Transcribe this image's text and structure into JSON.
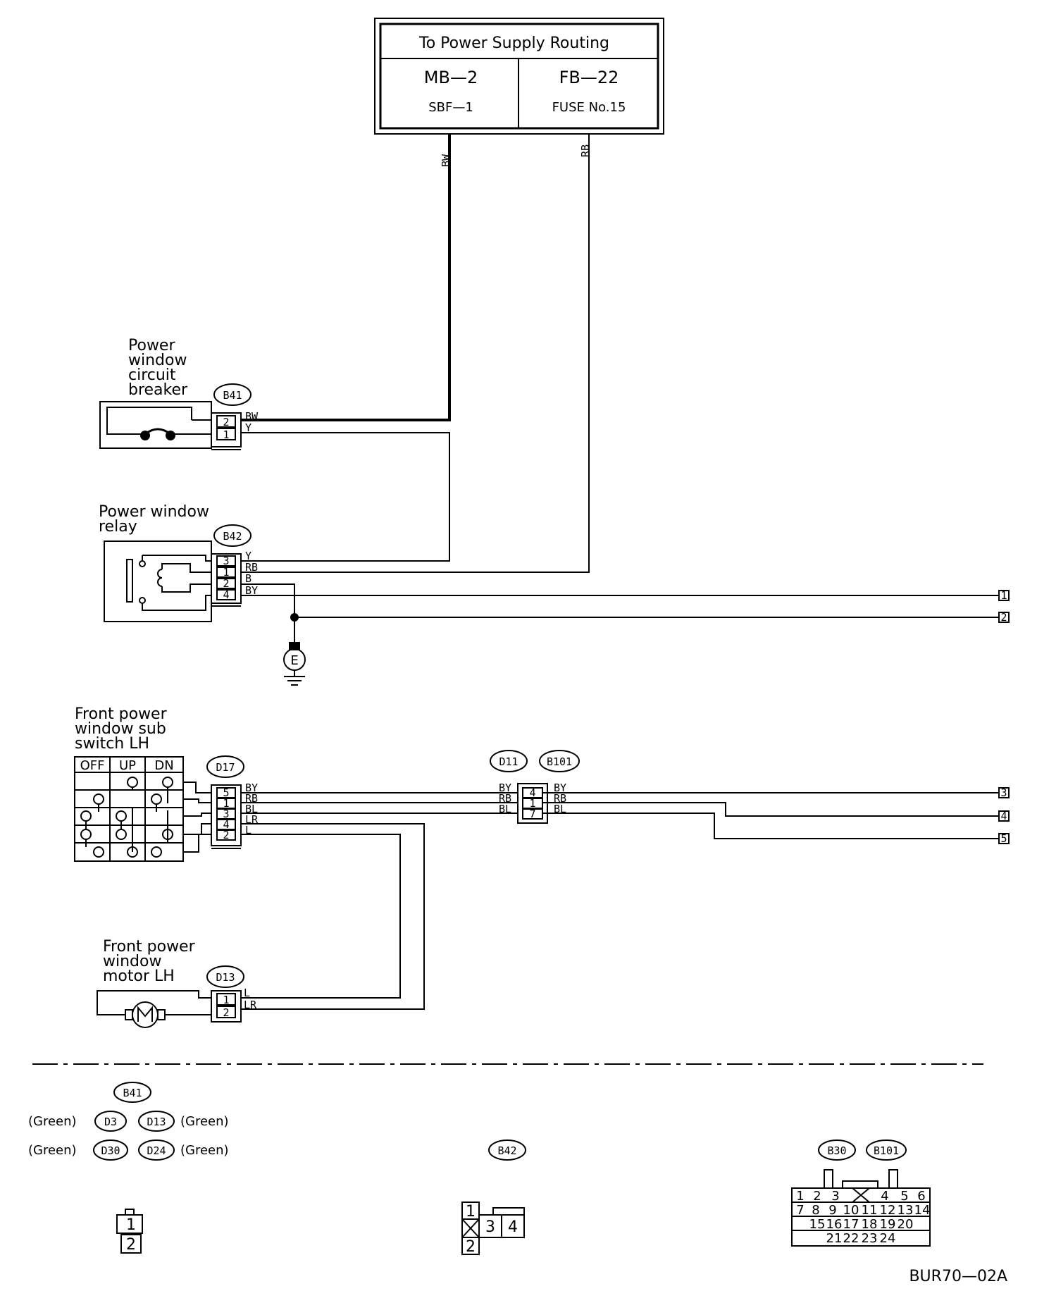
{
  "power_box": {
    "title": "To Power Supply Routing",
    "left_name": "MB—2",
    "left_sub": "SBF—1",
    "right_name": "FB—22",
    "right_sub": "FUSE No.15"
  },
  "wires": {
    "bw": "BW",
    "rb": "RB",
    "y": "Y",
    "b": "B",
    "by": "BY",
    "bl": "BL",
    "lr": "LR",
    "l": "L"
  },
  "circuit_breaker": {
    "label_lines": [
      "Power",
      "window",
      "circuit",
      "breaker"
    ],
    "conn": "B41",
    "pins": [
      "2",
      "1"
    ]
  },
  "relay": {
    "label_lines": [
      "Power window",
      "relay"
    ],
    "conn": "B42",
    "pins": [
      "3",
      "1",
      "2",
      "4"
    ]
  },
  "ground": "E",
  "sub_switch": {
    "label_lines": [
      "Front power",
      "window sub",
      "switch LH"
    ],
    "conn": "D17",
    "headers": [
      "OFF",
      "UP",
      "DN"
    ],
    "pins": [
      "5",
      "1",
      "3",
      "4",
      "2"
    ]
  },
  "junction": {
    "conn_left": "D11",
    "conn_right": "B101",
    "pins": [
      "4",
      "1",
      "7"
    ]
  },
  "motor": {
    "label_lines": [
      "Front power",
      "window",
      "motor LH"
    ],
    "conn": "D13",
    "pins": [
      "1",
      "2"
    ]
  },
  "terminals": [
    "1",
    "2",
    "3",
    "4",
    "5"
  ],
  "legend": {
    "b41": "B41",
    "row1": [
      "(Green)",
      "D3",
      "D13",
      "(Green)"
    ],
    "row2": [
      "(Green)",
      "D30",
      "D24",
      "(Green)"
    ],
    "b42": "B42",
    "b30": "B30",
    "b101": "B101",
    "two_pin": [
      "1",
      "2"
    ],
    "four_pin": [
      "1",
      "3",
      "4",
      "2"
    ],
    "row_a": [
      "1",
      "2",
      "3",
      "4",
      "5",
      "6"
    ],
    "row_b": [
      "7",
      "8",
      "9",
      "10",
      "11",
      "12",
      "13",
      "14"
    ],
    "row_c": [
      "15",
      "16",
      "17",
      "18",
      "19",
      "20"
    ],
    "row_d": [
      "21",
      "22",
      "23",
      "24"
    ]
  },
  "figure_id": "BUR70—02A"
}
